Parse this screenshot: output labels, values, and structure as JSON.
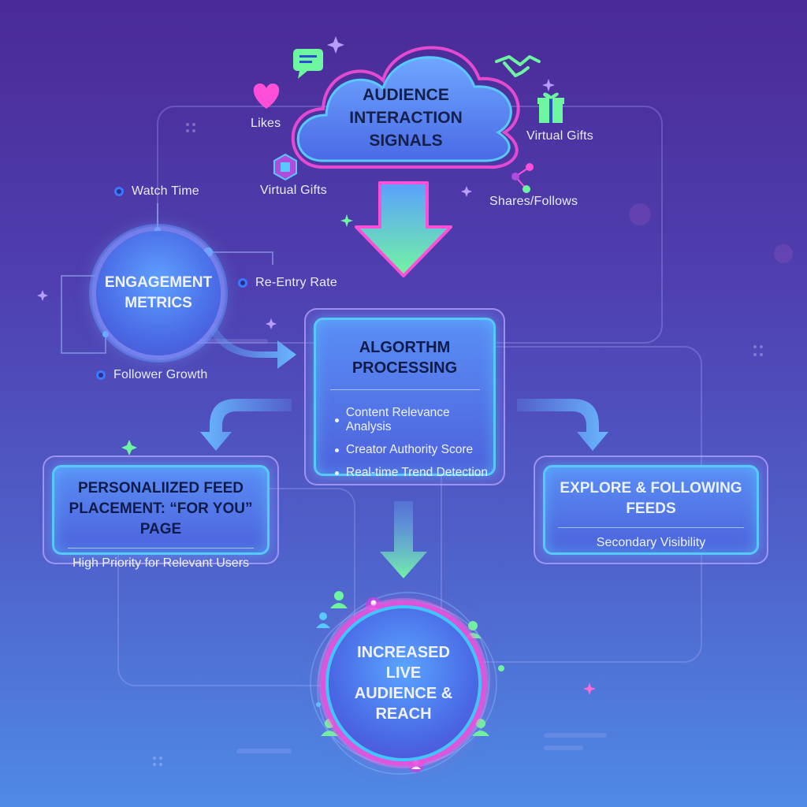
{
  "signals": {
    "title": "Audience Interaction Signals",
    "likes": "Likes",
    "virtual_gifts_left": "Virtual Gifts",
    "virtual_gifts_right": "Virtual Gifts",
    "shares_follows": "Shares/Follows"
  },
  "engagement": {
    "title": "Engagement Metrics",
    "watch_time": "Watch Time",
    "re_entry_rate": "Re-Entry Rate",
    "follower_growth": "Follower Growth"
  },
  "algorithm": {
    "title": "Algorthm Processing",
    "items": [
      "Content Relevance Analysis",
      "Creator Authority Score",
      "Real-time Trend Detection"
    ]
  },
  "feed": {
    "title_line1": "Personaliized Feed",
    "title_line2": "Placement: “For You” Page",
    "subtitle": "High Priority for Relevant Users"
  },
  "explore": {
    "title_line1": "Explore & Following",
    "title_line2": "Feeds",
    "subtitle": "Secondary Visibility"
  },
  "result": {
    "title": "Increased Live Audience & Reach"
  },
  "colors": {
    "accent_pink": "#ff4fd8",
    "accent_cyan": "#58c9ff",
    "arrow_green": "#6df5a0"
  },
  "icons": [
    "chat-bubble-icon",
    "heart-icon",
    "gift-box-icon",
    "handshake-icon",
    "present-icon",
    "share-icon",
    "person-icon"
  ]
}
